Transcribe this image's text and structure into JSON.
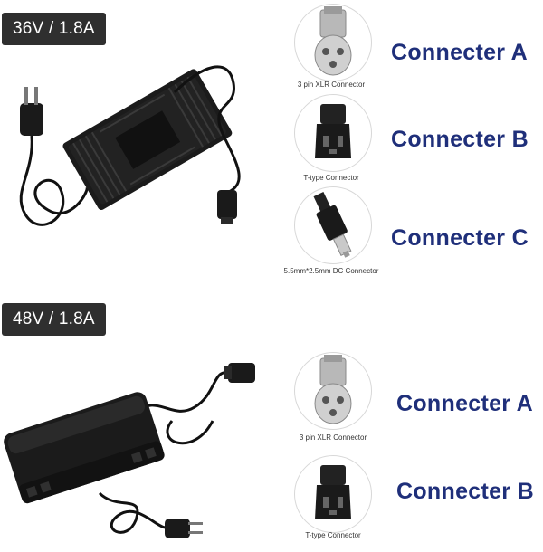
{
  "sections": [
    {
      "badge": "36V / 1.8A",
      "connectors": [
        {
          "caption": "3 pin XLR Connector",
          "label": "Connecter A",
          "icon": "xlr-connector-icon"
        },
        {
          "caption": "T-type Connector",
          "label": "Connecter B",
          "icon": "t-type-connector-icon"
        },
        {
          "caption": "5.5mm*2.5mm DC Connector",
          "label": "Connecter C",
          "icon": "dc-barrel-connector-icon"
        }
      ]
    },
    {
      "badge": "48V / 1.8A",
      "connectors": [
        {
          "caption": "3 pin XLR Connector",
          "label": "Connecter A",
          "icon": "xlr-connector-icon"
        },
        {
          "caption": "T-type Connector",
          "label": "Connecter B",
          "icon": "t-type-connector-icon"
        }
      ]
    }
  ],
  "colors": {
    "badge_bg": "#2f2f2f",
    "label_text": "#1f2f7a",
    "charger_body": "#1b1b1b"
  }
}
